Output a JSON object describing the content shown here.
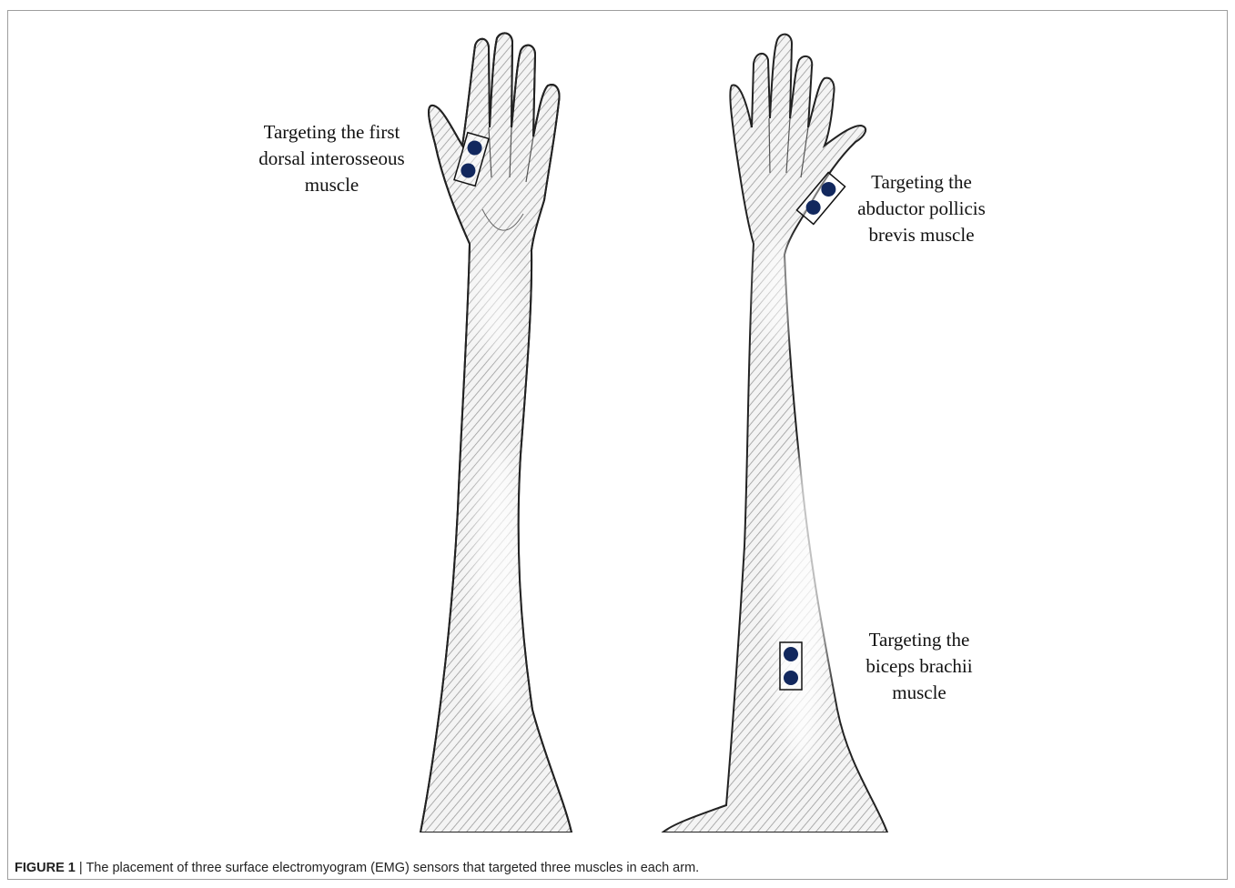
{
  "figure": {
    "caption_label": "FIGURE 1",
    "caption_separator": " | ",
    "caption_text": "The placement of three surface electromyogram (EMG) sensors that targeted three muscles in each arm."
  },
  "labels": {
    "first_dorsal_interosseous": [
      "Targeting the first",
      "dorsal interosseous",
      "muscle"
    ],
    "abductor_pollicis_brevis": [
      "Targeting the",
      "abductor pollicis",
      "brevis muscle"
    ],
    "biceps_brachii": [
      "Targeting the",
      "biceps brachii",
      "muscle"
    ]
  },
  "colors": {
    "sensor_dot": "#12285e",
    "outline": "#222222",
    "skin": "#f0f0f0",
    "shade": "#8a8a8a",
    "frame": "#9e9e9e"
  }
}
